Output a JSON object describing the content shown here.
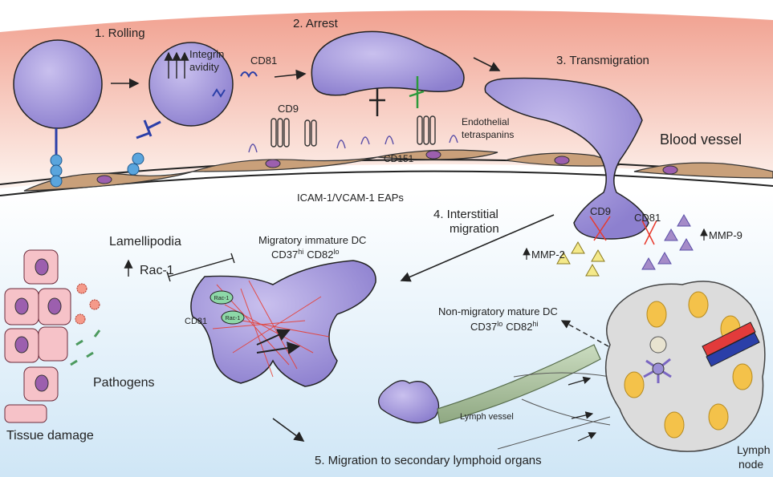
{
  "steps": {
    "rolling": "1. Rolling",
    "arrest": "2. Arrest",
    "transmigration": "3. Transmigration",
    "interstitial_line1": "4. Interstitial",
    "interstitial_line2": "migration",
    "migration_lymphoid": "5. Migration to secondary lymphoid organs"
  },
  "labels": {
    "integrin_line1": "Integrin",
    "integrin_line2": "avidity",
    "cd81_top": "CD81",
    "cd9_top": "CD9",
    "endothelial_line1": "Endothelial",
    "endothelial_line2": "tetraspanins",
    "cd151": "CD151",
    "blood_vessel": "Blood vessel",
    "icam": "ICAM-1/VCAM-1 EAPs",
    "cd9_low": "CD9",
    "cd81_low": "CD81",
    "mmp9": "MMP-9",
    "mmp2": "MMP-2",
    "lamellipodia": "Lamellipodia",
    "rac1": "Rac-1",
    "migratory_dc_line1": "Migratory immature DC",
    "migratory_dc_cd37": "CD37",
    "migratory_dc_cd37_sup": "hi",
    "migratory_dc_cd82": "CD82",
    "migratory_dc_cd82_sup": "lo",
    "rac1_badge_a": "Rac-1",
    "rac1_badge_b": "Rac-1",
    "cd81_dc": "CD81",
    "nonmig_line1": "Non-migratory mature DC",
    "nonmig_cd37": "CD37",
    "nonmig_cd37_sup": "lo",
    "nonmig_cd82": "CD82",
    "nonmig_cd82_sup": "hi",
    "pathogens": "Pathogens",
    "tissue_damage": "Tissue damage",
    "lymph_vessel": "Lymph vessel",
    "lymph_node_line1": "Lymph",
    "lymph_node_line2": "node"
  },
  "colors": {
    "cell_purple": "#9B8FD6",
    "cell_dark": "#5B4FA8",
    "blood_top": "#F3A99A",
    "tissue_blue": "#D9ECF8",
    "endothelium": "#C9A07A",
    "tissue_cell": "#F6C2C8",
    "actin_red": "#E8392C",
    "triangle_yellow": "#F4E98A",
    "triangle_purple": "#A58BC8",
    "lymph_node_fill": "#D8D8D8",
    "follicle_yellow": "#F4C24A",
    "lymph_vessel": "#B5C9A8"
  }
}
